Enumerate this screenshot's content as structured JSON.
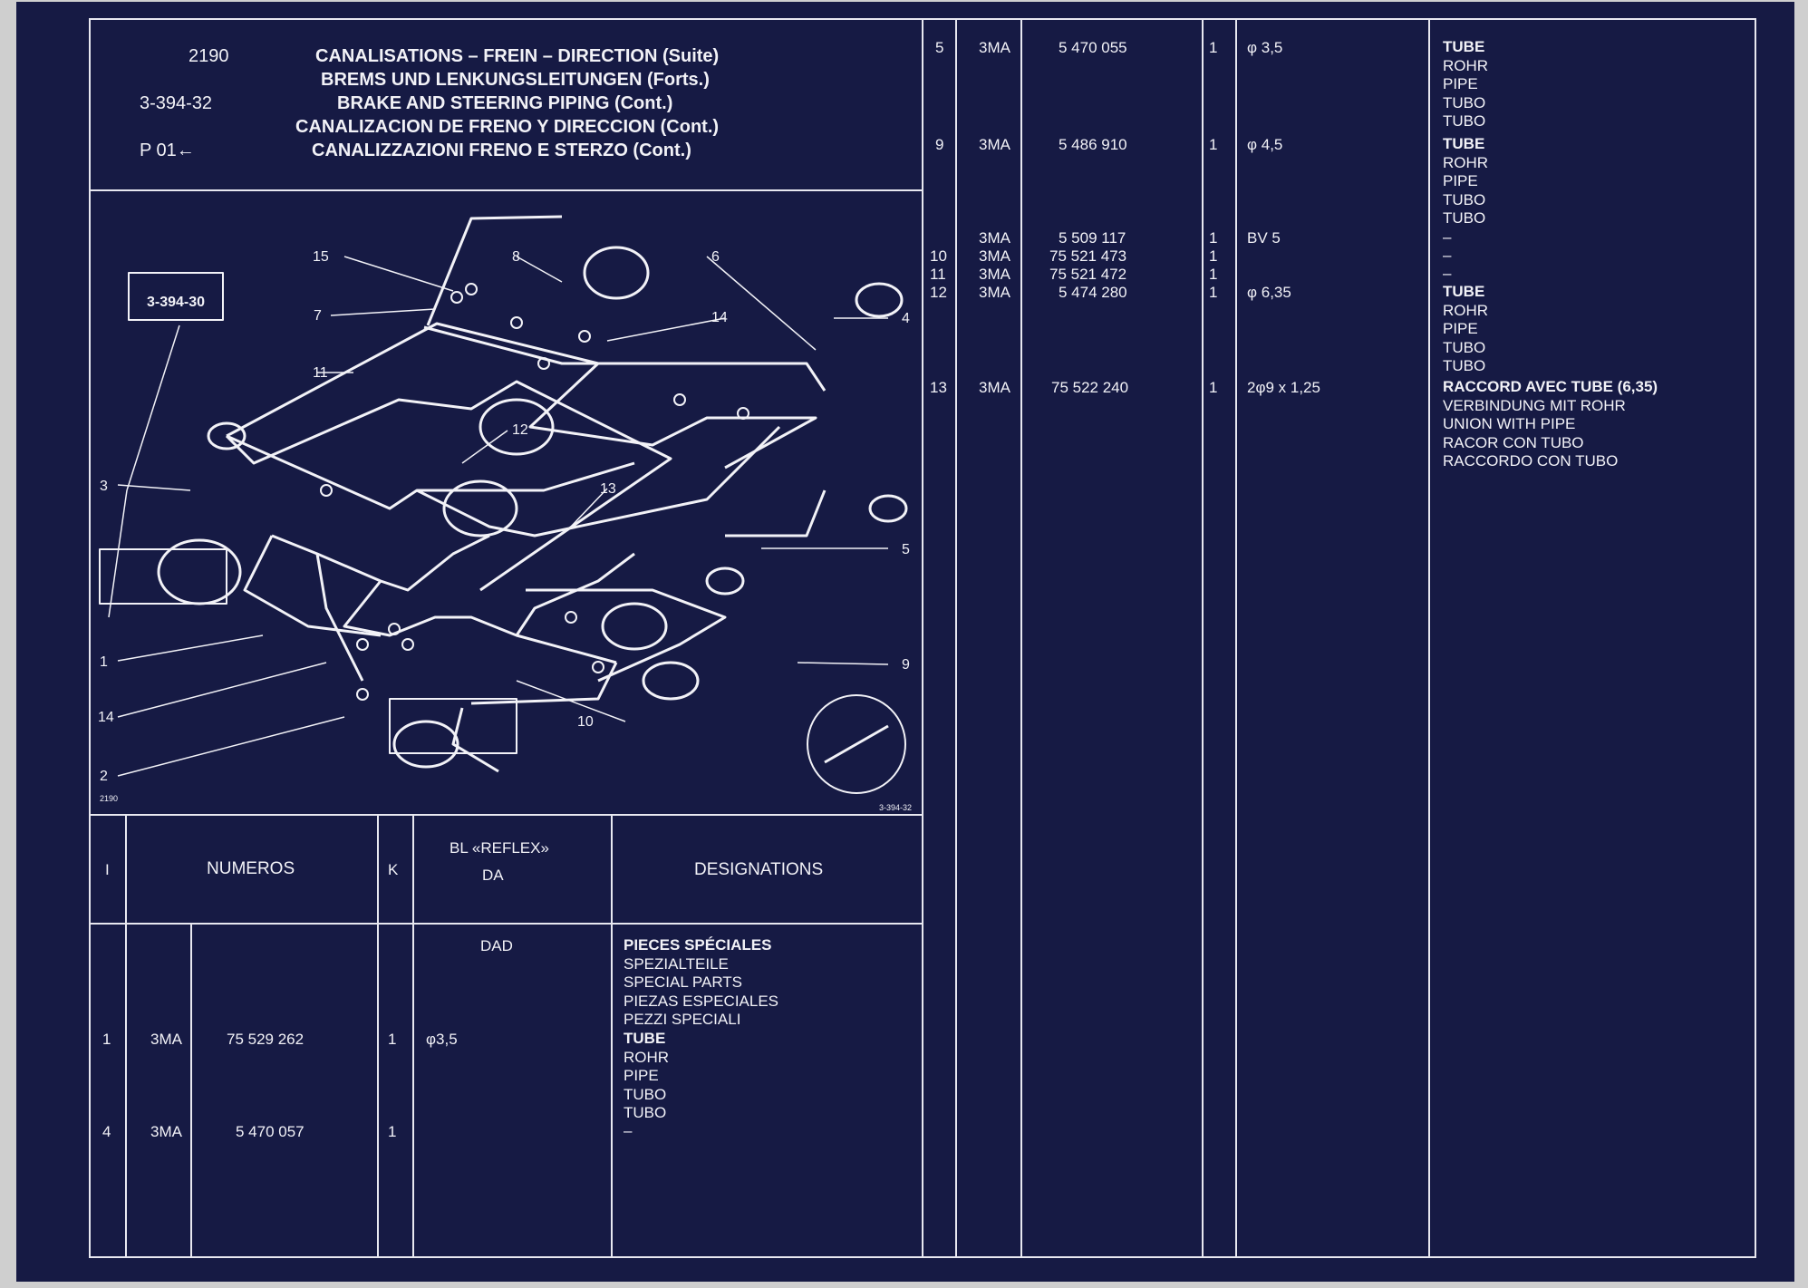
{
  "header": {
    "code": "2190",
    "ref": "3-394-32",
    "page": "P 01←",
    "titles": [
      "CANALISATIONS – FREIN – DIRECTION (Suite)",
      "BREMS UND LENKUNGSLEITUNGEN (Forts.)",
      "BRAKE AND STEERING PIPING (Cont.)",
      "CANALIZACION DE FRENO Y DIRECCION (Cont.)",
      "CANALIZZAZIONI FRENO E STERZO (Cont.)"
    ]
  },
  "diagram": {
    "ref_box": "3-394-30",
    "corner_left": "2190",
    "corner_right": "3-394-32",
    "callouts": [
      "15",
      "8",
      "6",
      "7",
      "14",
      "4",
      "11",
      "12",
      "3",
      "13",
      "5",
      "1",
      "9",
      "14",
      "10",
      "2"
    ]
  },
  "table_header": {
    "col_i": "I",
    "col_numeros": "NUMEROS",
    "col_k": "K",
    "col_bl": "BL «REFLEX»",
    "col_da": "DA",
    "col_designations": "DESIGNATIONS"
  },
  "left_rows": {
    "section_da": "DAD",
    "section_title": [
      "PIECES SPÉCIALES",
      "SPEZIALTEILE",
      "SPECIAL PARTS",
      "PIEZAS ESPECIALES",
      "PEZZI SPECIALI"
    ],
    "rows": [
      {
        "i": "1",
        "type": "3MA",
        "num": "75 529 262",
        "k": "1",
        "spec": "φ3,5",
        "desc": [
          "TUBE",
          "ROHR",
          "PIPE",
          "TUBO",
          "TUBO"
        ]
      },
      {
        "i": "4",
        "type": "3MA",
        "num": "5 470 057",
        "k": "1",
        "spec": "",
        "desc": [
          "–"
        ]
      }
    ]
  },
  "right_rows": [
    {
      "i": "5",
      "type": "3MA",
      "num": "5 470 055",
      "k": "1",
      "spec": "φ 3,5",
      "desc": [
        "TUBE",
        "ROHR",
        "PIPE",
        "TUBO",
        "TUBO"
      ]
    },
    {
      "i": "9",
      "type": "3MA",
      "num": "5 486 910",
      "k": "1",
      "spec": "φ 4,5",
      "desc": [
        "TUBE",
        "ROHR",
        "PIPE",
        "TUBO",
        "TUBO"
      ]
    },
    {
      "i": "",
      "type": "3MA",
      "num": "5 509 117",
      "k": "1",
      "spec": "BV 5",
      "desc": [
        "–"
      ]
    },
    {
      "i": "10",
      "type": "3MA",
      "num": "75 521 473",
      "k": "1",
      "spec": "",
      "desc": [
        "–"
      ]
    },
    {
      "i": "11",
      "type": "3MA",
      "num": "75 521 472",
      "k": "1",
      "spec": "",
      "desc": [
        "–"
      ]
    },
    {
      "i": "12",
      "type": "3MA",
      "num": "5 474 280",
      "k": "1",
      "spec": "φ 6,35",
      "desc": [
        "TUBE",
        "ROHR",
        "PIPE",
        "TUBO",
        "TUBO"
      ]
    },
    {
      "i": "13",
      "type": "3MA",
      "num": "75 522 240",
      "k": "1",
      "spec": "2φ9 x 1,25",
      "desc": [
        "RACCORD AVEC TUBE (6,35)",
        "VERBINDUNG MIT ROHR",
        "UNION WITH PIPE",
        "RACOR CON TUBO",
        "RACCORDO CON TUBO"
      ]
    }
  ]
}
